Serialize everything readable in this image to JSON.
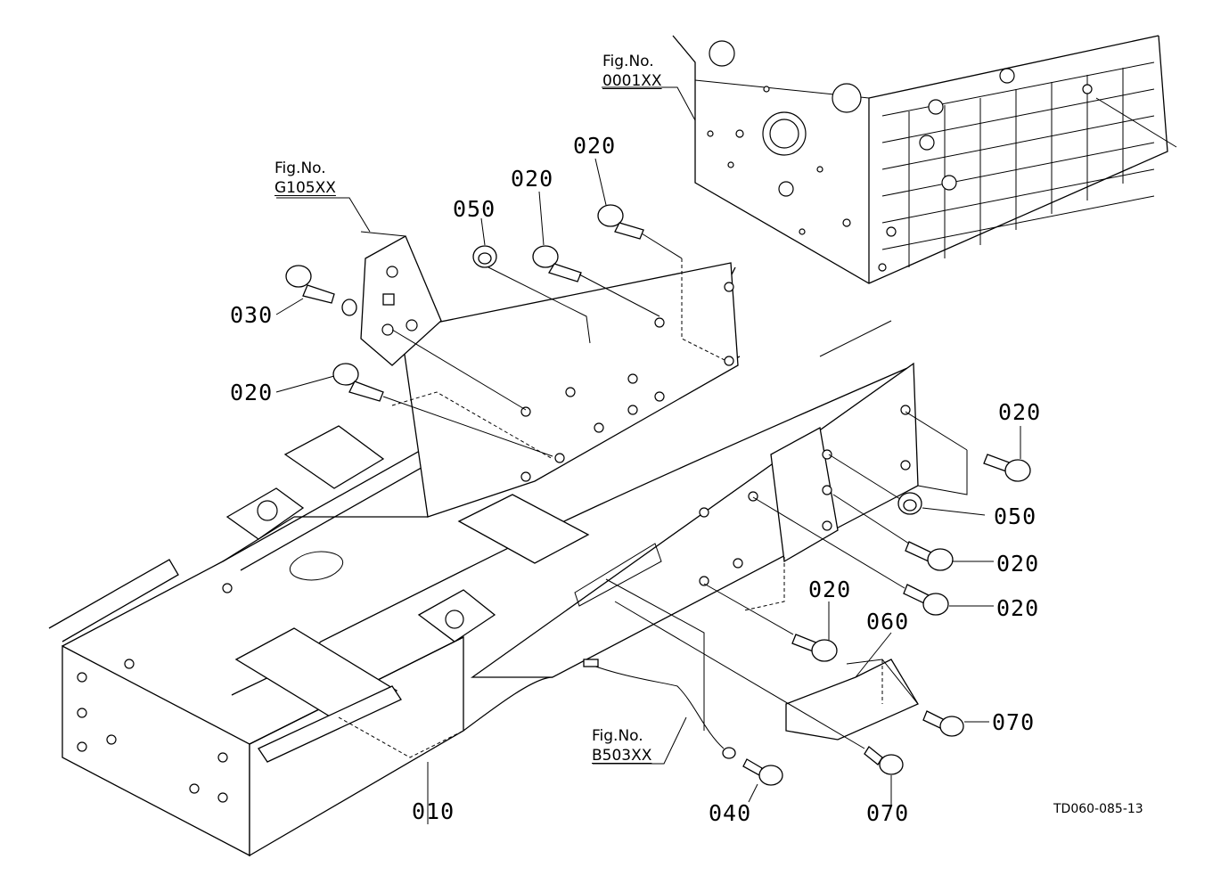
{
  "figure_refs": {
    "engine": {
      "label": "Fig.No.",
      "code": "0001XX"
    },
    "bracket": {
      "label": "Fig.No.",
      "code": "G105XX"
    },
    "harness": {
      "label": "Fig.No.",
      "code": "B503XX"
    }
  },
  "callouts": {
    "p010": "010",
    "p020_a": "020",
    "p020_b": "020",
    "p020_c": "020",
    "p020_d": "020",
    "p020_e": "020",
    "p020_f": "020",
    "p020_g": "020",
    "p030": "030",
    "p040": "040",
    "p050_a": "050",
    "p050_b": "050",
    "p060": "060",
    "p070_a": "070",
    "p070_b": "070"
  },
  "drawing_number": "TD060-085-13"
}
